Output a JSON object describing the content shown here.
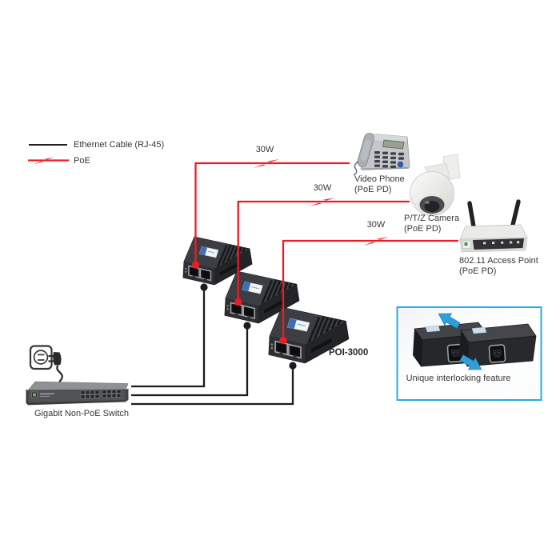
{
  "diagram": {
    "legend": {
      "ethernet": "Ethernet Cable (RJ-45)",
      "poe": "PoE"
    },
    "poe_runs": [
      {
        "power": "30W"
      },
      {
        "power": "30W"
      },
      {
        "power": "30W"
      }
    ],
    "injector": {
      "model": "POI-3000",
      "count": 3
    },
    "endpoints": {
      "video_phone": {
        "name": "Video Phone",
        "pd": "(PoE PD)"
      },
      "ptz_camera": {
        "name": "P/T/Z Camera",
        "pd": "(PoE PD)"
      },
      "access_point": {
        "name": "802.11 Access Point",
        "pd": "(PoE PD)"
      }
    },
    "switch": {
      "name": "Gigabit Non-PoE Switch"
    },
    "inset": {
      "caption": "Unique interlocking feature"
    },
    "colors": {
      "poe_cable": "#ed1c24",
      "ethernet_cable": "#231f20",
      "inset_border": "#29abe2",
      "arrow_blue": "#2f9ed9",
      "label_text": "#3a3537"
    }
  }
}
